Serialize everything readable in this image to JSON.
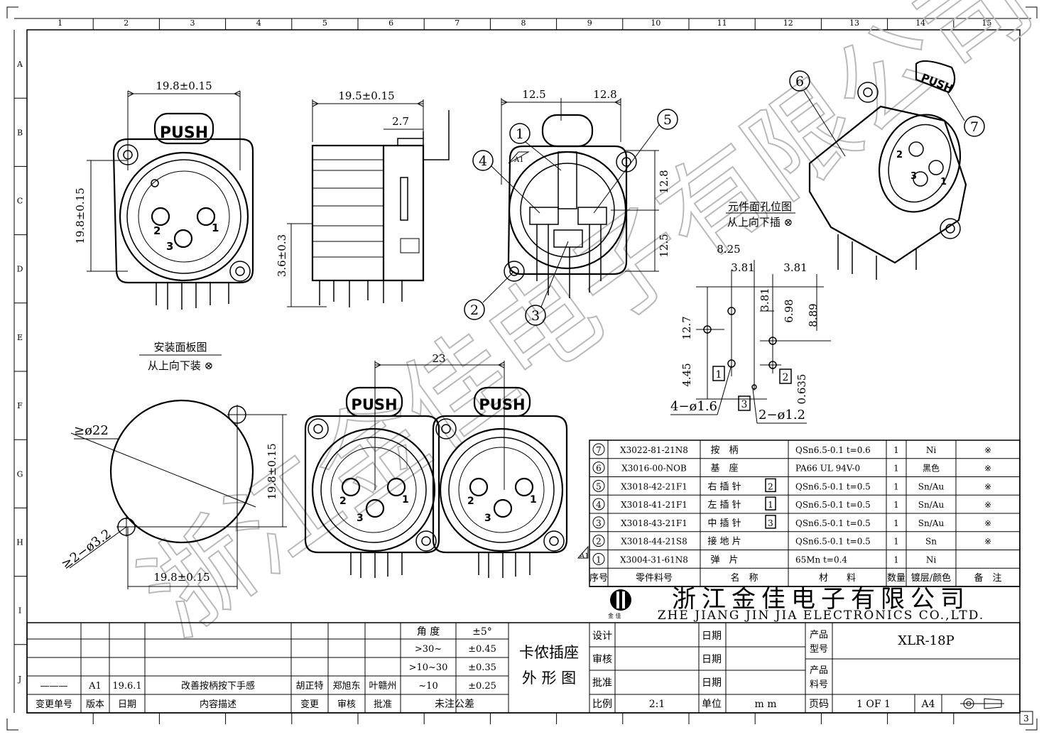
{
  "grid": {
    "columns": [
      "1",
      "2",
      "3",
      "4",
      "5",
      "6",
      "7",
      "8",
      "9",
      "10",
      "11",
      "12",
      "13",
      "14",
      "15"
    ],
    "rows": [
      "A",
      "B",
      "C",
      "D",
      "E",
      "F",
      "G",
      "H",
      "I",
      "J"
    ]
  },
  "sheet_number": "3",
  "views": {
    "front": {
      "width_dim": "19.8±0.15",
      "height_dim": "19.8±0.15",
      "push_label": "PUSH",
      "pins": [
        "1",
        "2",
        "3"
      ]
    },
    "side": {
      "depth_dim": "19.5±0.15",
      "offset_dim": "2.7",
      "height_dim": "3.6±0.3"
    },
    "rear": {
      "left_dim": "12.5",
      "right_dim": "12.8",
      "upper_dim": "12.8",
      "lower_dim": "12.5",
      "revision_mark": "A1"
    },
    "pcb_layout": {
      "title": "元件面孔位图",
      "subtitle": "从上向下插 ⊗",
      "dims": [
        "8.25",
        "3.81",
        "3.81",
        "3.81",
        "6.98",
        "8.89",
        "12.7",
        "4.45",
        "0.635"
      ],
      "hole_a": "4−ø1.6",
      "hole_b": "2−ø1.2",
      "pin_tags": [
        "1",
        "2",
        "3"
      ]
    },
    "panel_cutout": {
      "title": "安装面板图",
      "subtitle": "从上向下装 ⊗",
      "diameter": "≥ø22",
      "holes": "≥2−ø3.2",
      "width_dim": "19.8±0.15",
      "height_dim": "19.8±0.15"
    },
    "pair": {
      "pitch_dim": "23",
      "push_label": "PUSH"
    },
    "balloons": [
      "1",
      "2",
      "3",
      "4",
      "5",
      "6",
      "7"
    ]
  },
  "watermark": "浙江金佳电子有限公司",
  "bom": {
    "headers": [
      "序号",
      "零件料号",
      "名　称",
      "材　　料",
      "数量",
      "镀层/颜色",
      "备　注"
    ],
    "rows": [
      {
        "no": "7",
        "part": "X3022-81-21N8",
        "name": "按　柄",
        "tag": "",
        "material": "QSn6.5-0.1 t=0.6",
        "qty": "1",
        "finish": "Ni",
        "note": "※"
      },
      {
        "no": "6",
        "part": "X3016-00-NOB",
        "name": "基　座",
        "tag": "",
        "material": "PA66 UL 94V-0",
        "qty": "1",
        "finish": "黑色",
        "note": "※"
      },
      {
        "no": "5",
        "part": "X3018-42-21F1",
        "name": "右 插 针",
        "tag": "2",
        "material": "QSn6.5-0.1 t=0.5",
        "qty": "1",
        "finish": "Sn/Au",
        "note": "※"
      },
      {
        "no": "4",
        "part": "X3018-41-21F1",
        "name": "左 插 针",
        "tag": "1",
        "material": "QSn6.5-0.1 t=0.5",
        "qty": "1",
        "finish": "Sn/Au",
        "note": "※"
      },
      {
        "no": "3",
        "part": "X3018-43-21F1",
        "name": "中 插 针",
        "tag": "3",
        "material": "QSn6.5-0.1 t=0.5",
        "qty": "1",
        "finish": "Sn/Au",
        "note": "※"
      },
      {
        "no": "2",
        "part": "X3018-44-21S8",
        "name": "接 地 片",
        "tag": "",
        "material": "QSn6.5-0.1 t=0.5",
        "qty": "1",
        "finish": "Sn",
        "note": "※"
      },
      {
        "no": "1",
        "part": "X3004-31-61N8",
        "name": "弹　片",
        "tag": "",
        "material": "65Mn t=0.4",
        "qty": "1",
        "finish": "Ni",
        "note": ""
      }
    ],
    "revision_flag": "A1"
  },
  "company": {
    "name_cn": "浙江金佳电子有限公司",
    "name_en": "ZHE JIANG JIN JIA ELECTRONICS CO.,LTD.",
    "logo_chars": "金 佳"
  },
  "title_block": {
    "drawing_title_line1": "卡侬插座",
    "drawing_title_line2": "外 形 图",
    "design": "设计",
    "check": "审核",
    "approve": "批准",
    "scale_label": "比例",
    "scale": "2:1",
    "date": "日期",
    "unit_label": "单位",
    "unit": "m m",
    "model_label": "产品型号",
    "model": "XLR-18P",
    "material_no_label": "产品料号",
    "page_label": "页码",
    "page": "1 OF 1",
    "size": "A4"
  },
  "tolerance": {
    "header": [
      "角 度",
      "±5°"
    ],
    "rows": [
      [
        ">30~",
        "±0.45"
      ],
      [
        ">10~30",
        "±0.35"
      ],
      [
        "~10",
        "±0.25"
      ]
    ],
    "footer": "未注公差"
  },
  "revisions": {
    "headers": [
      "变更单号",
      "版本",
      "日期",
      "内容描述",
      "变更",
      "审核",
      "批准"
    ],
    "rows": [
      {
        "no": "———",
        "version": "A1",
        "date": "19.6.1",
        "desc": "改善按柄按下手感",
        "changed": "胡正特",
        "checked": "郑旭东",
        "approved": "叶赣州"
      }
    ]
  }
}
